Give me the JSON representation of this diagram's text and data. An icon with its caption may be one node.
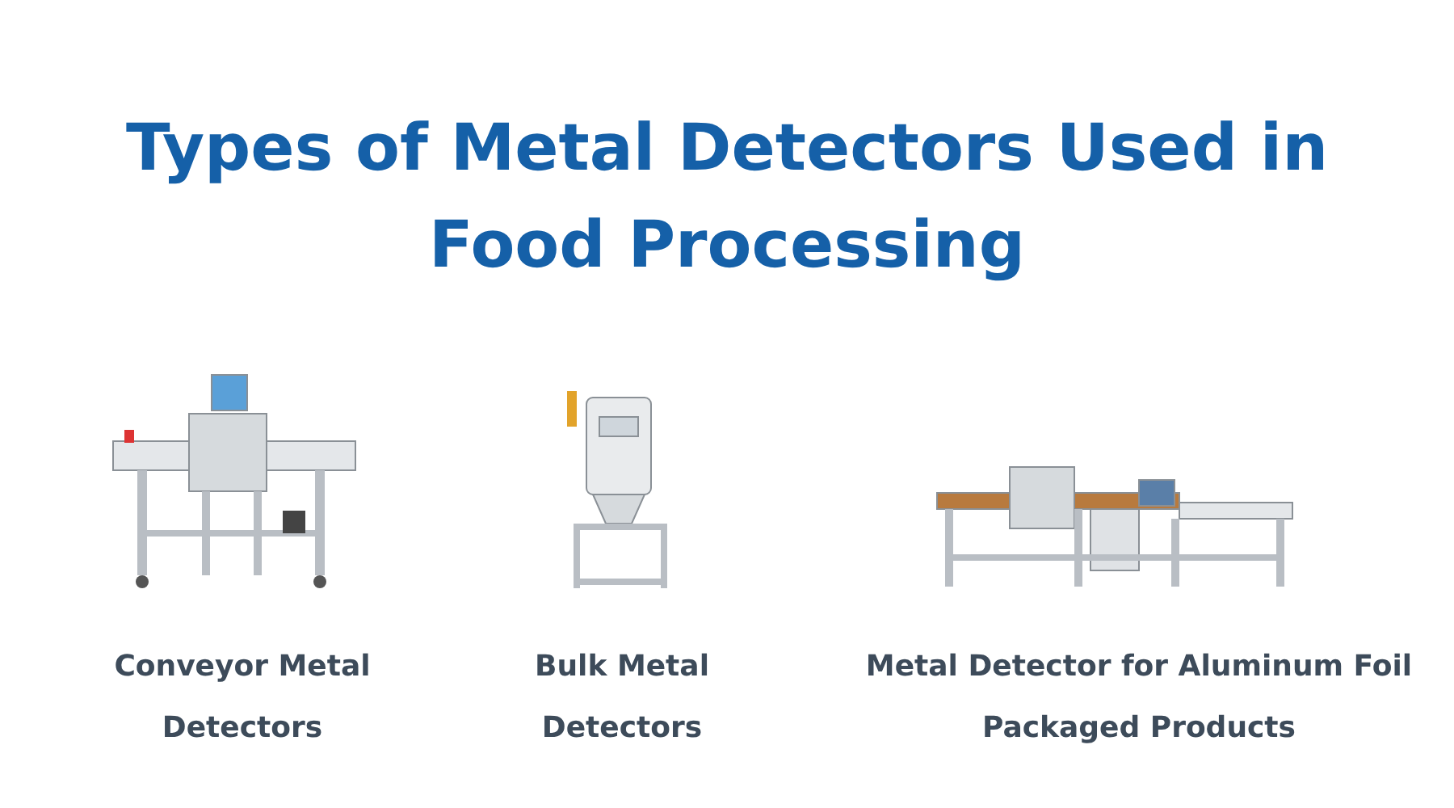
{
  "diagram": {
    "title": "Types of Metal Detectors Used in Food Processing",
    "labels": [
      "Conveyor Metal Detectors",
      "Bulk Metal Detectors",
      "Metal Detector for Aluminum Foil Packaged Products"
    ]
  }
}
